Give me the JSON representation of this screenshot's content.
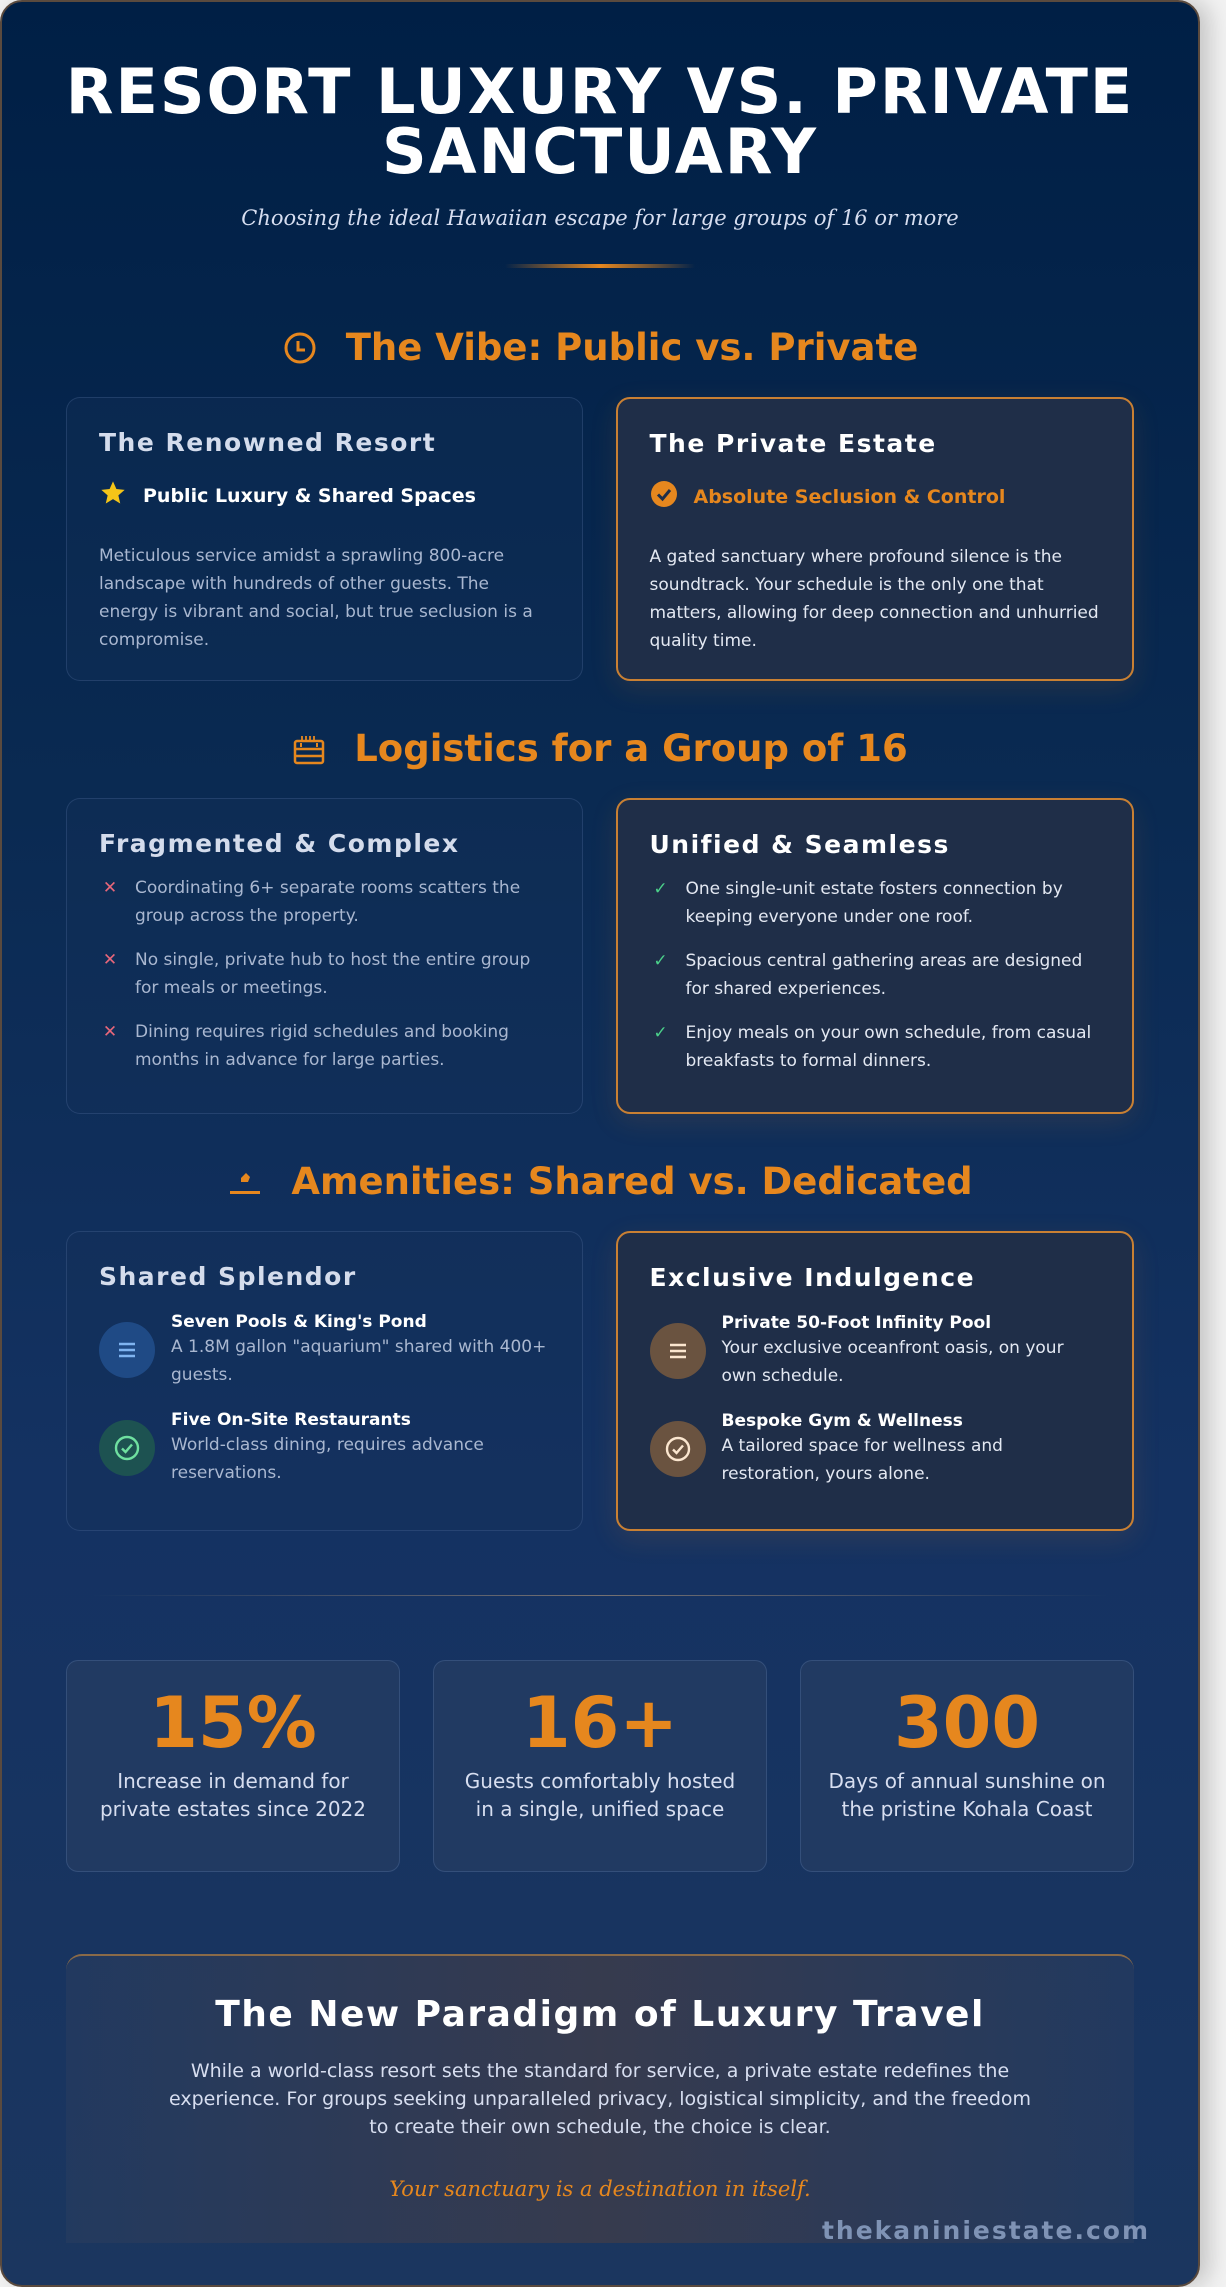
{
  "header": {
    "title": "RESORT LUXURY VS. PRIVATE SANCTUARY",
    "subtitle": "Choosing the ideal Hawaiian escape for large groups of 16 or more"
  },
  "colors": {
    "accent": "#e6871e",
    "background_top": "#001f45",
    "background_bottom": "#1b365f",
    "negative": "#e8677a",
    "positive": "#4bd08a"
  },
  "sections": [
    {
      "icon": "clock-icon",
      "heading": "The Vibe: Public vs. Private",
      "resort": {
        "title": "The Renowned Resort",
        "tagline_icon": "star-icon",
        "tagline": "Public Luxury & Shared Spaces",
        "body": "Meticulous service amidst a sprawling 800-acre landscape with hundreds of other guests. The energy is vibrant and social, but true seclusion is a compromise."
      },
      "estate": {
        "title": "The Private Estate",
        "tagline_icon": "check-circle-icon",
        "tagline": "Absolute Seclusion & Control",
        "body": "A gated sanctuary where profound silence is the soundtrack. Your schedule is the only one that matters, allowing for deep connection and unhurried quality time."
      }
    },
    {
      "icon": "building-icon",
      "heading": "Logistics for a Group of 16",
      "resort": {
        "title": "Fragmented & Complex",
        "items": [
          "Coordinating 6+ separate rooms scatters the group across the property.",
          "No single, private hub to host the entire group for meals or meetings.",
          "Dining requires rigid schedules and booking months in advance for large parties."
        ]
      },
      "estate": {
        "title": "Unified & Seamless",
        "items": [
          "One single-unit estate fosters connection by keeping everyone under one roof.",
          "Spacious central gathering areas are designed for shared experiences.",
          "Enjoy meals on your own schedule, from casual breakfasts to formal dinners."
        ]
      }
    },
    {
      "icon": "pen-icon",
      "heading": "Amenities: Shared vs. Dedicated",
      "resort": {
        "title": "Shared Splendor",
        "amenities": [
          {
            "icon": "waves-icon",
            "title": "Seven Pools & King's Pond",
            "desc": "A 1.8M gallon \"aquarium\" shared with 400+ guests."
          },
          {
            "icon": "check-circle-icon",
            "title": "Five On-Site Restaurants",
            "desc": "World-class dining, requires advance reservations."
          }
        ]
      },
      "estate": {
        "title": "Exclusive Indulgence",
        "amenities": [
          {
            "icon": "waves-icon",
            "title": "Private 50-Foot Infinity Pool",
            "desc": "Your exclusive oceanfront oasis, on your own schedule."
          },
          {
            "icon": "check-circle-icon",
            "title": "Bespoke Gym & Wellness",
            "desc": "A tailored space for wellness and restoration, yours alone."
          }
        ]
      }
    }
  ],
  "stats": [
    {
      "value": "15%",
      "label": "Increase in demand for private estates since 2022"
    },
    {
      "value": "16+",
      "label": "Guests comfortably hosted in a single, unified space"
    },
    {
      "value": "300",
      "label": "Days of annual sunshine on the pristine Kohala Coast"
    }
  ],
  "conclusion": {
    "title": "The New Paradigm of Luxury Travel",
    "text": "While a world-class resort sets the standard for service, a private estate redefines the experience. For groups seeking unparalleled privacy, logistical simplicity, and the freedom to create their own schedule, the choice is clear.",
    "quote": "Your sanctuary is a destination in itself."
  },
  "footer": {
    "brand": "thekaniniestate.com"
  }
}
